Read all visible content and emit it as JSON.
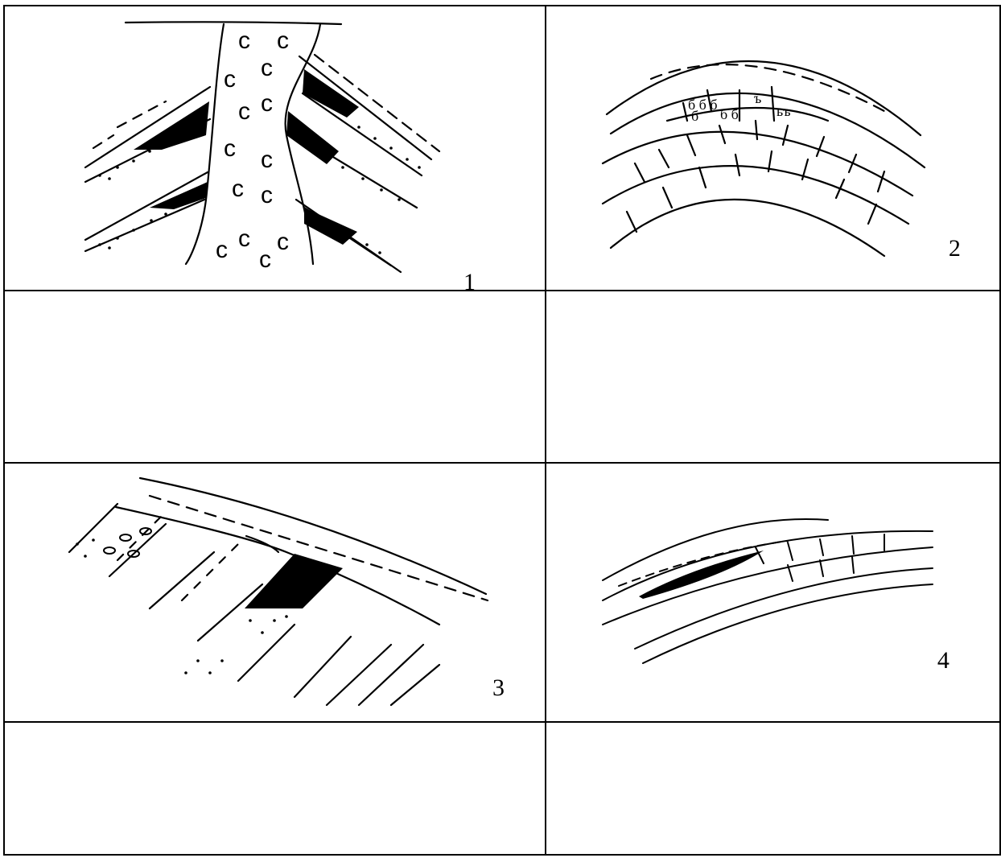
{
  "header": {
    "text": ""
  },
  "figures": [
    {
      "id": 1,
      "number": "1",
      "description_icon": "salt-dome-trap-icon"
    },
    {
      "id": 2,
      "number": "2",
      "description_icon": "anticline-reef-trap-icon"
    },
    {
      "id": 3,
      "number": "3",
      "description_icon": "unconformity-trap-icon"
    },
    {
      "id": 4,
      "number": "4",
      "description_icon": "lens-trap-icon"
    }
  ],
  "blank_cells": [
    "",
    "",
    "",
    ""
  ],
  "colors": {
    "ink": "#000000",
    "paper": "#ffffff"
  }
}
